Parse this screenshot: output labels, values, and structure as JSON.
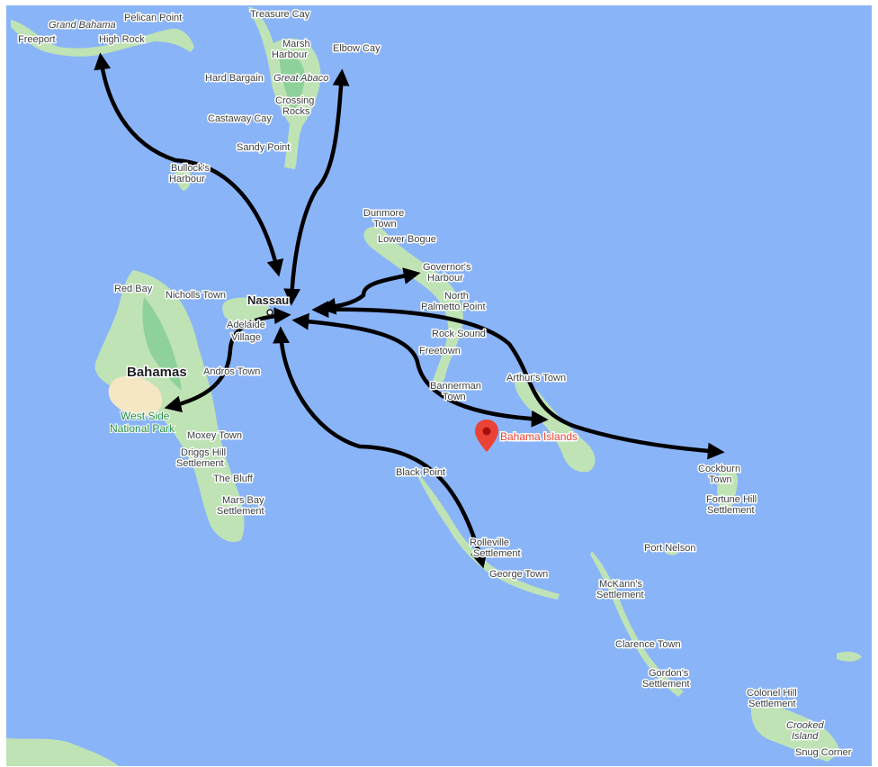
{
  "map": {
    "colors": {
      "water": "#8ab4f8",
      "land": "#bfe3b4",
      "land_dark": "#8fd19a",
      "road": "#f8d977",
      "arrow": "#000000",
      "pin": "#ea4335"
    },
    "country_label": "Bahamas",
    "capital_label": "Nassau",
    "park_label_line1": "West Side",
    "park_label_line2": "National Park",
    "marker": {
      "label": "Bahama Islands",
      "icon": "map-pin-icon"
    },
    "places": {
      "grand_bahama": "Grand Bahama",
      "pelican_point": "Pelican Point",
      "freeport": "Freeport",
      "high_rock": "High Rock",
      "treasure_cay": "Treasure Cay",
      "marsh_harbour_1": "Marsh",
      "marsh_harbour_2": "Harbour",
      "elbow_cay": "Elbow Cay",
      "hard_bargain": "Hard Bargain",
      "great_abaco": "Great Abaco",
      "crossing_rocks_1": "Crossing",
      "crossing_rocks_2": "Rocks",
      "castaway_cay": "Castaway Cay",
      "sandy_point": "Sandy Point",
      "bullocks_harbour_1": "Bullock's",
      "bullocks_harbour_2": "Harbour",
      "dunmore_town_1": "Dunmore",
      "dunmore_town_2": "Town",
      "lower_bogue": "Lower Bogue",
      "governors_harbour_1": "Governor's",
      "governors_harbour_2": "Harbour",
      "north_palmetto_1": "North",
      "north_palmetto_2": "Palmetto Point",
      "rock_sound": "Rock Sound",
      "freetown": "Freetown",
      "bannerman_1": "Bannerman",
      "bannerman_2": "Town",
      "arthurs_town": "Arthur's Town",
      "red_bay": "Red Bay",
      "nicholls_town": "Nicholls Town",
      "adelaide_1": "Adelaide",
      "adelaide_2": "Village",
      "andros_town": "Andros Town",
      "moxey_town": "Moxey Town",
      "driggs_hill_1": "Driggs Hill",
      "driggs_hill_2": "Settlement",
      "the_bluff": "The Bluff",
      "mars_bay_1": "Mars Bay",
      "mars_bay_2": "Settlement",
      "black_point": "Black Point",
      "rolleville_1": "Rolleville",
      "rolleville_2": "Settlement",
      "georgetown": "George Town",
      "cockburn_1": "Cockburn",
      "cockburn_2": "Town",
      "fortune_hill_1": "Fortune Hill",
      "fortune_hill_2": "Settlement",
      "port_nelson": "Port Nelson",
      "mckanns_1": "McKann's",
      "mckanns_2": "Settlement",
      "clarence_town": "Clarence Town",
      "gordons_1": "Gordon's",
      "gordons_2": "Settlement",
      "colonel_hill_1": "Colonel Hill",
      "colonel_hill_2": "Settlement",
      "crooked_1": "Crooked",
      "crooked_2": "Island",
      "snug_corner": "Snug Corner"
    }
  }
}
